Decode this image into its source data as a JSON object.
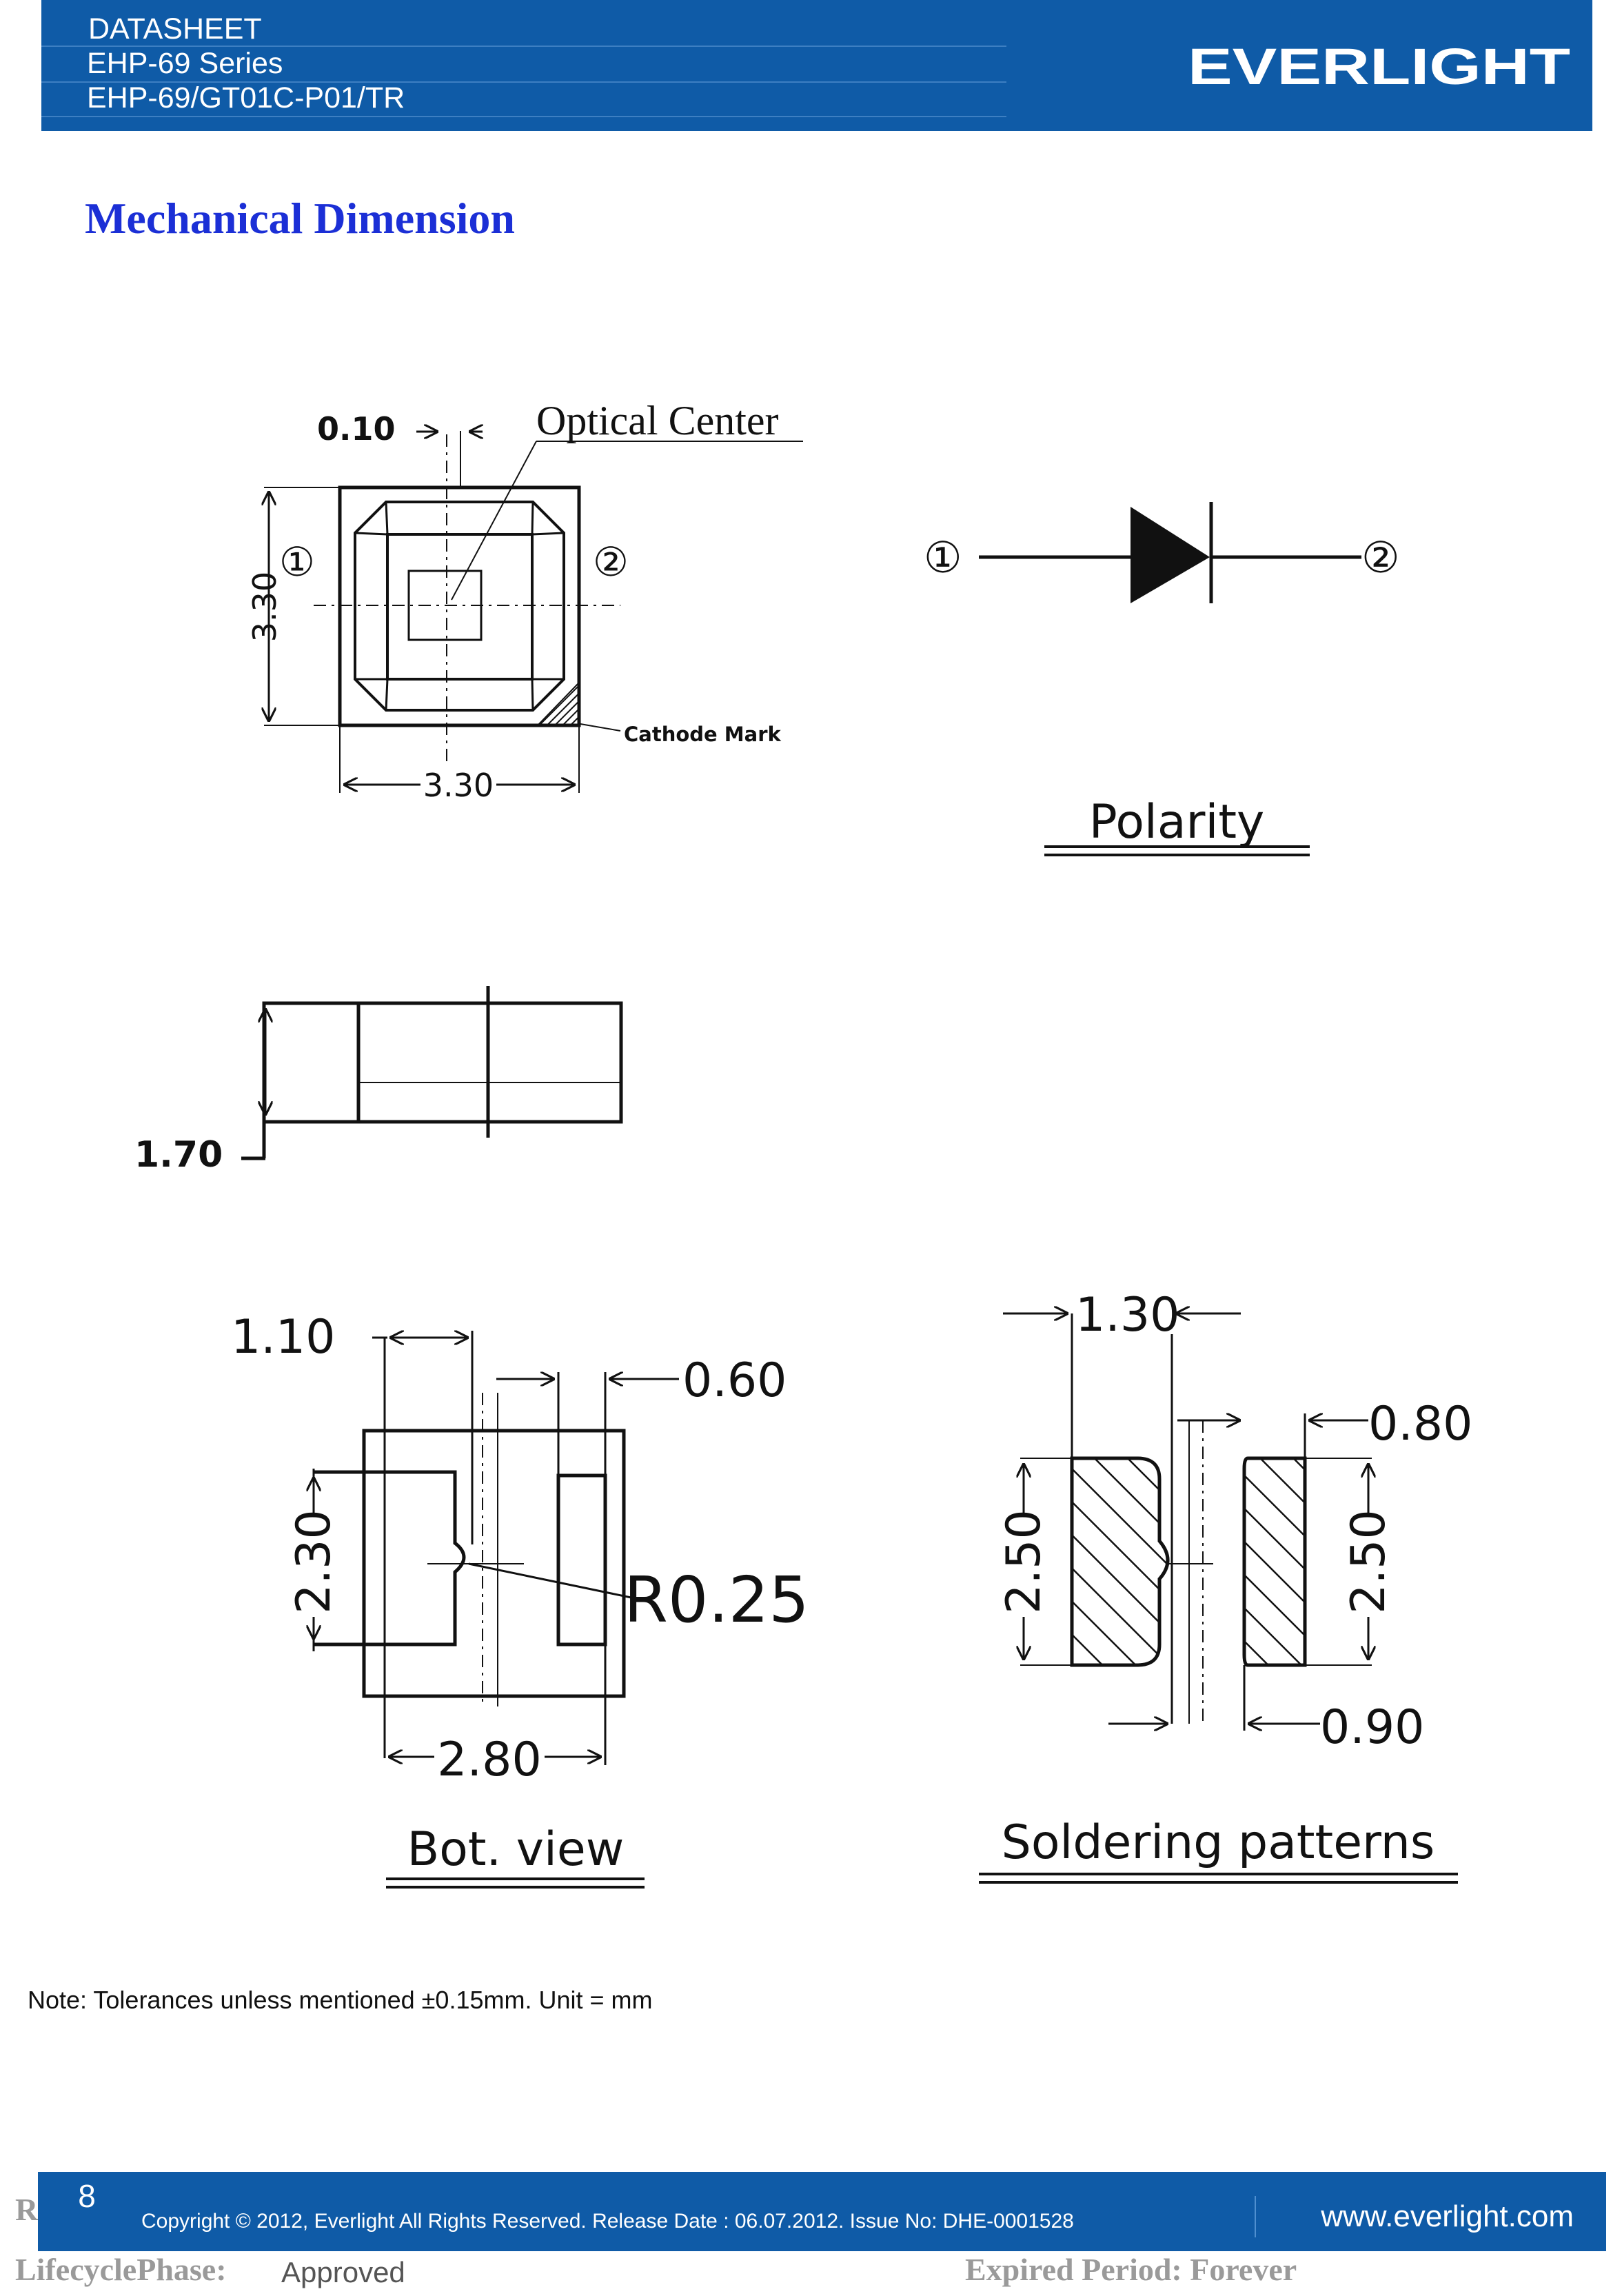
{
  "header": {
    "line1": "DATASHEET",
    "line2": "EHP-69 Series",
    "line3": "EHP-69/GT01C-P01/TR",
    "brand": "EVERLIGHT",
    "brand_color": "#0f5ba7"
  },
  "page_title": "Mechanical Dimension",
  "top_view": {
    "gap_dim": "0.10",
    "optical_center": "Optical Center",
    "pin1": "①",
    "pin2": "②",
    "height_dim": "3.30",
    "width_dim": "3.30",
    "cathode_mark": "Cathode Mark"
  },
  "polarity": {
    "pin1": "①",
    "pin2": "②",
    "label": "Polarity"
  },
  "side_view": {
    "thickness_dim": "1.70"
  },
  "bottom_view": {
    "dim_1_10": "1.10",
    "dim_0_60": "0.60",
    "dim_2_30": "2.30",
    "radius": "R0.25",
    "dim_2_80": "2.80",
    "label": "Bot. view"
  },
  "soldering": {
    "dim_1_30": "1.30",
    "dim_0_80": "0.80",
    "dim_2_50_left": "2.50",
    "dim_2_50_right": "2.50",
    "dim_0_90": "0.90",
    "label": "Soldering patterns"
  },
  "note": "Note: Tolerances unless mentioned ±0.15mm. Unit = mm",
  "footer": {
    "page": "8",
    "copyright": "Copyright © 2012, Everlight All Rights Reserved. Release Date : 06.07.2012. Issue No: DHE-0001528",
    "website": "www.everlight.com"
  },
  "lifecycle": {
    "r_prefix": "R",
    "phase_label": "LifecyclePhase:",
    "phase_value": "Approved",
    "expired": "Expired Period: Forever"
  }
}
